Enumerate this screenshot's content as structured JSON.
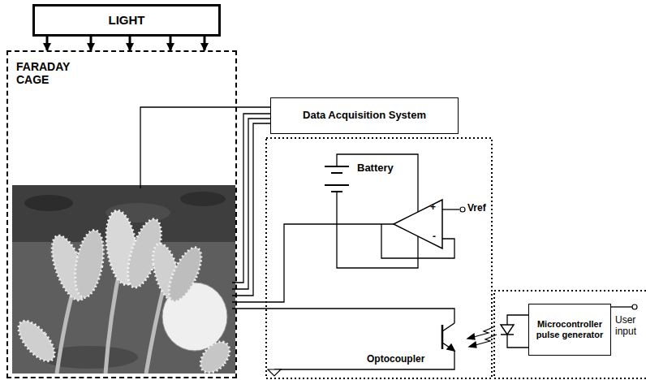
{
  "diagram": {
    "nodes": [
      {
        "text": [
          "LIGHT"
        ]
      },
      {
        "text": [
          "FARADAY CAGE"
        ]
      },
      {
        "text": [
          "Data Acquisition System"
        ]
      },
      {
        "text": [
          "Microcontroller pulse generator"
        ]
      }
    ],
    "edges": [
      {
        "from": 0,
        "to": 1,
        "arrow": "to"
      },
      {
        "from": 0,
        "to": 1,
        "arrow": "to"
      },
      {
        "from": 0,
        "to": 1,
        "arrow": "to"
      },
      {
        "from": 0,
        "to": 1,
        "arrow": "to"
      },
      {
        "from": 0,
        "to": 1,
        "arrow": "to"
      }
    ],
    "labels": [
      "Battery",
      "Vref",
      "+",
      "-",
      "Optocoupler",
      "User input"
    ]
  }
}
